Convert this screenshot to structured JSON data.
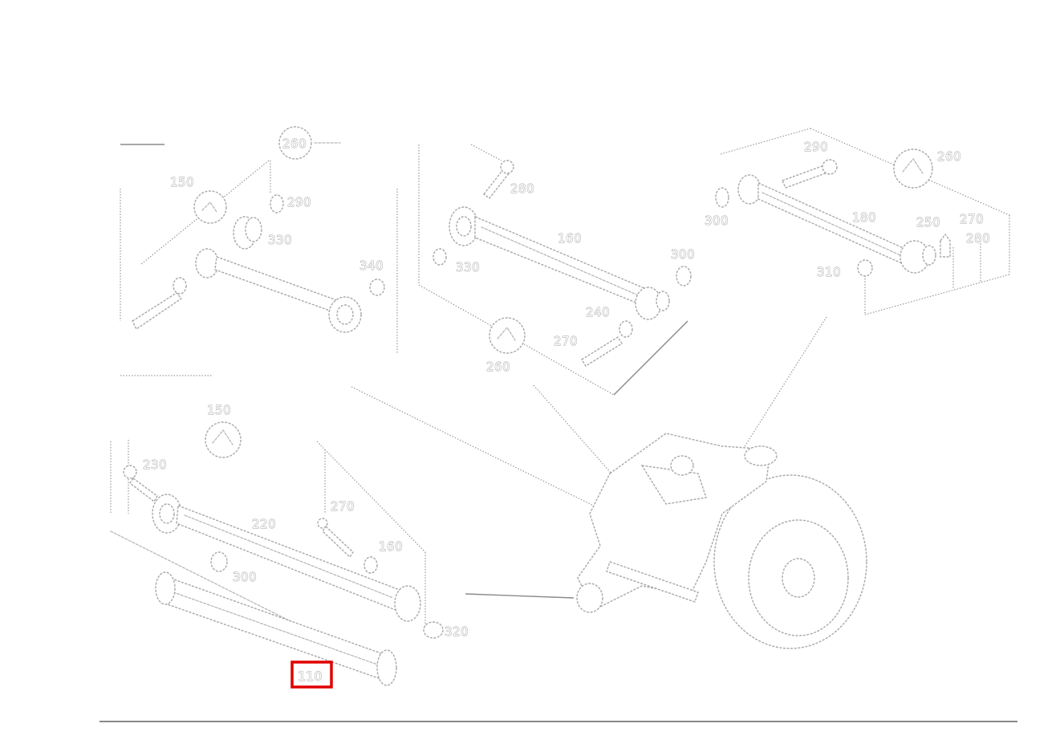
{
  "diagram": {
    "callouts": {
      "tl_260": "260",
      "tl_150": "150",
      "tl_290": "290",
      "tl_330": "330",
      "tl_340": "340",
      "tc_280": "280",
      "tc_160": "160",
      "tc_330": "330",
      "tc_300": "300",
      "tc_240": "240",
      "tc_270": "270",
      "tc_260": "260",
      "tr_290": "290",
      "tr_260": "260",
      "tr_300": "300",
      "tr_180": "180",
      "tr_250": "250",
      "tr_270": "270",
      "tr_280": "280",
      "tr_310": "310",
      "bl_150": "150",
      "bl_230": "230",
      "bl_270": "270",
      "bl_220": "220",
      "bl_160": "160",
      "bl_300": "300",
      "bl_320": "320",
      "highlighted": "110"
    },
    "highlight_color": "#e00000"
  }
}
